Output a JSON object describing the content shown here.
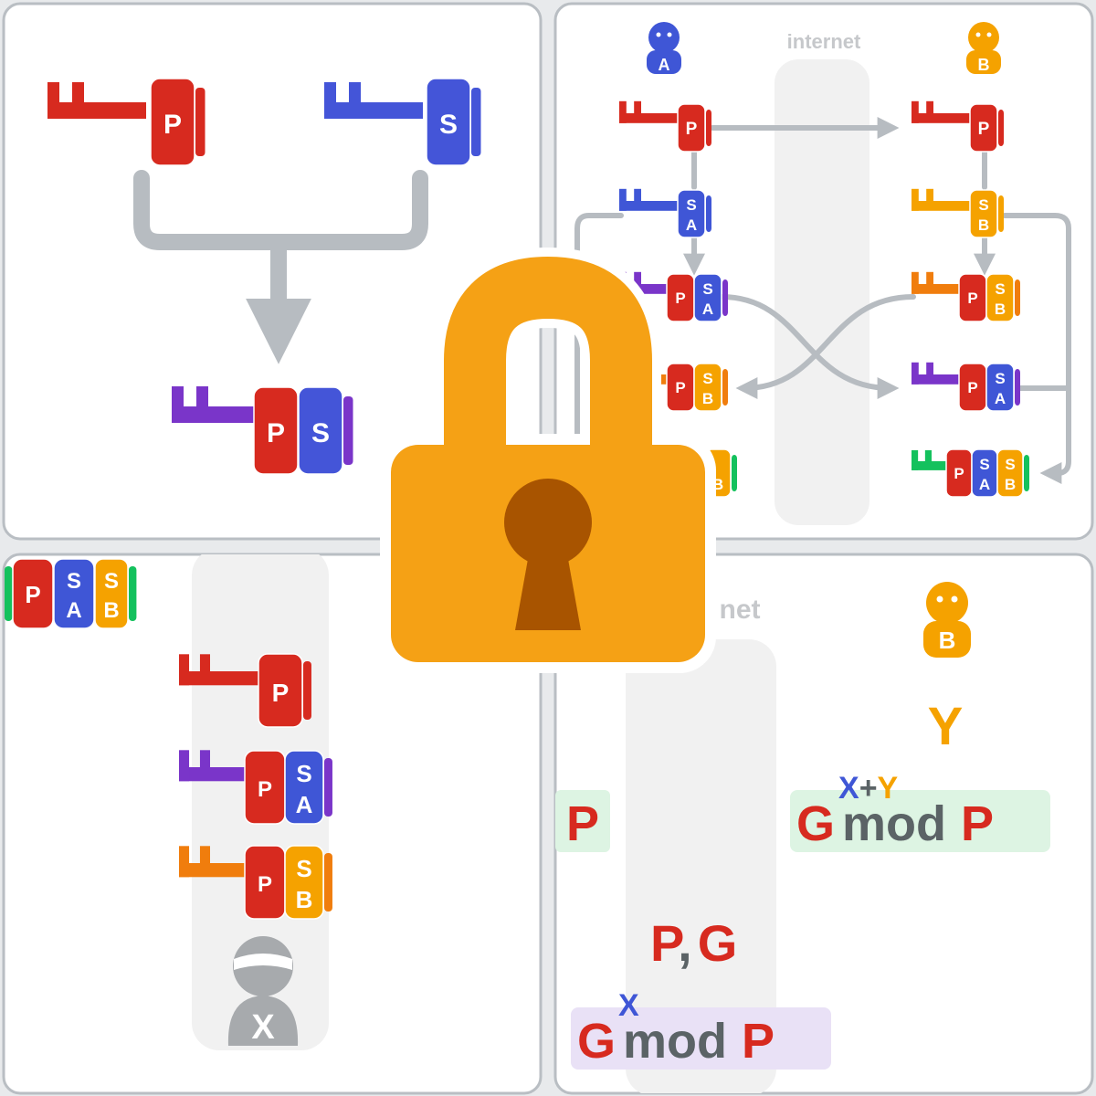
{
  "colors": {
    "p": "#d72a1f",
    "s": "#4455d8",
    "sa": "#3f56d6",
    "sb": "#f5a200",
    "purple": "#7a35c9",
    "orange": "#f07d0d",
    "green": "#14c15d",
    "person_a": "#3f56d6",
    "person_b": "#f5a200",
    "eve": "#a7aaad",
    "gray_text": "#5b6366",
    "lock_body": "#f5a115",
    "keyhole": "#a85400"
  },
  "panel1": {
    "key_p": "P",
    "key_s": "S",
    "mixed_p": "P",
    "mixed_s": "S"
  },
  "panel2": {
    "internet_label": "internet",
    "person_a": "A",
    "person_b": "B",
    "p": "P",
    "sa_top": "S",
    "sa_bot": "A",
    "sb_top": "S",
    "sb_bot": "B"
  },
  "panel3": {
    "p": "P",
    "sa_top": "S",
    "sa_bot": "A",
    "sb_top": "S",
    "sb_bot": "B",
    "eve": "X"
  },
  "panel4": {
    "internet_label_partial": "net",
    "person_b": "B",
    "y": "Y",
    "exp_sum_x": "X",
    "exp_sum_plus": "+",
    "exp_sum_y": "Y",
    "g": "G",
    "mod": "mod",
    "p": "P",
    "p_comma": "P",
    "comma": ",",
    "g2": "G",
    "left_p": "P",
    "exp_x": "X",
    "g3": "G",
    "mod2": "mod",
    "p3": "P"
  }
}
